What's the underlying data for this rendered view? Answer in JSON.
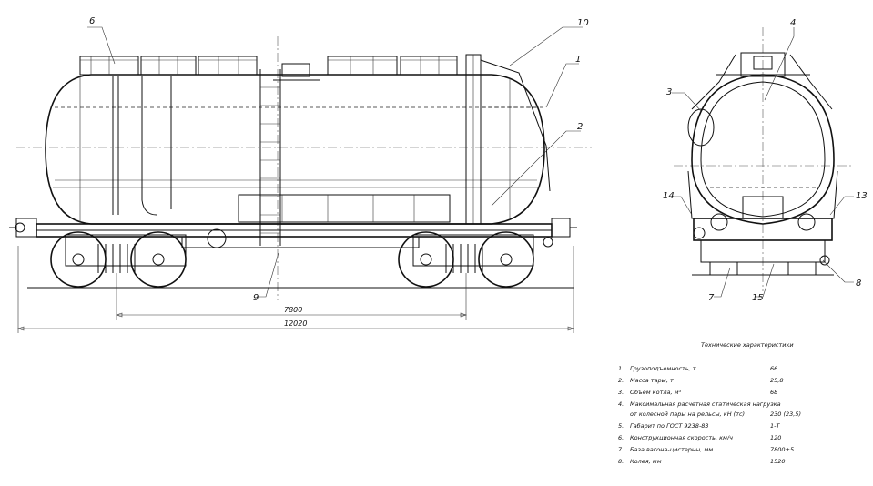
{
  "callouts": {
    "c1": "1",
    "c2": "2",
    "c3": "3",
    "c4": "4",
    "c6": "6",
    "c7": "7",
    "c8": "8",
    "c9": "9",
    "c10": "10",
    "c13": "13",
    "c14": "14",
    "c15": "15"
  },
  "dimensions": {
    "base": "7800",
    "overall": "12020"
  },
  "spec_table": {
    "title": "Технические характеристики",
    "rows": [
      {
        "num": "1.",
        "label": "Грузоподъемность, т",
        "value": "66"
      },
      {
        "num": "2.",
        "label": "Масса тары, т",
        "value": "25,8"
      },
      {
        "num": "3.",
        "label": "Объем котла, м³",
        "value": "68"
      },
      {
        "num": "4.",
        "label": "Максимальная расчетная статическая нагрузка",
        "value": ""
      },
      {
        "num": "",
        "label": "от колесной пары на рельсы, кН (тс)",
        "value": "230 (23,5)"
      },
      {
        "num": "5.",
        "label": "Габарит по ГОСТ 9238-83",
        "value": "1-Т"
      },
      {
        "num": "6.",
        "label": "Конструкционная скорость, км/ч",
        "value": "120"
      },
      {
        "num": "7.",
        "label": "База вагона-цистерны, мм",
        "value": "7800±5"
      },
      {
        "num": "8.",
        "label": "Колея, мм",
        "value": "1520"
      }
    ]
  },
  "colors": {
    "line": "#111111",
    "background": "#ffffff"
  }
}
